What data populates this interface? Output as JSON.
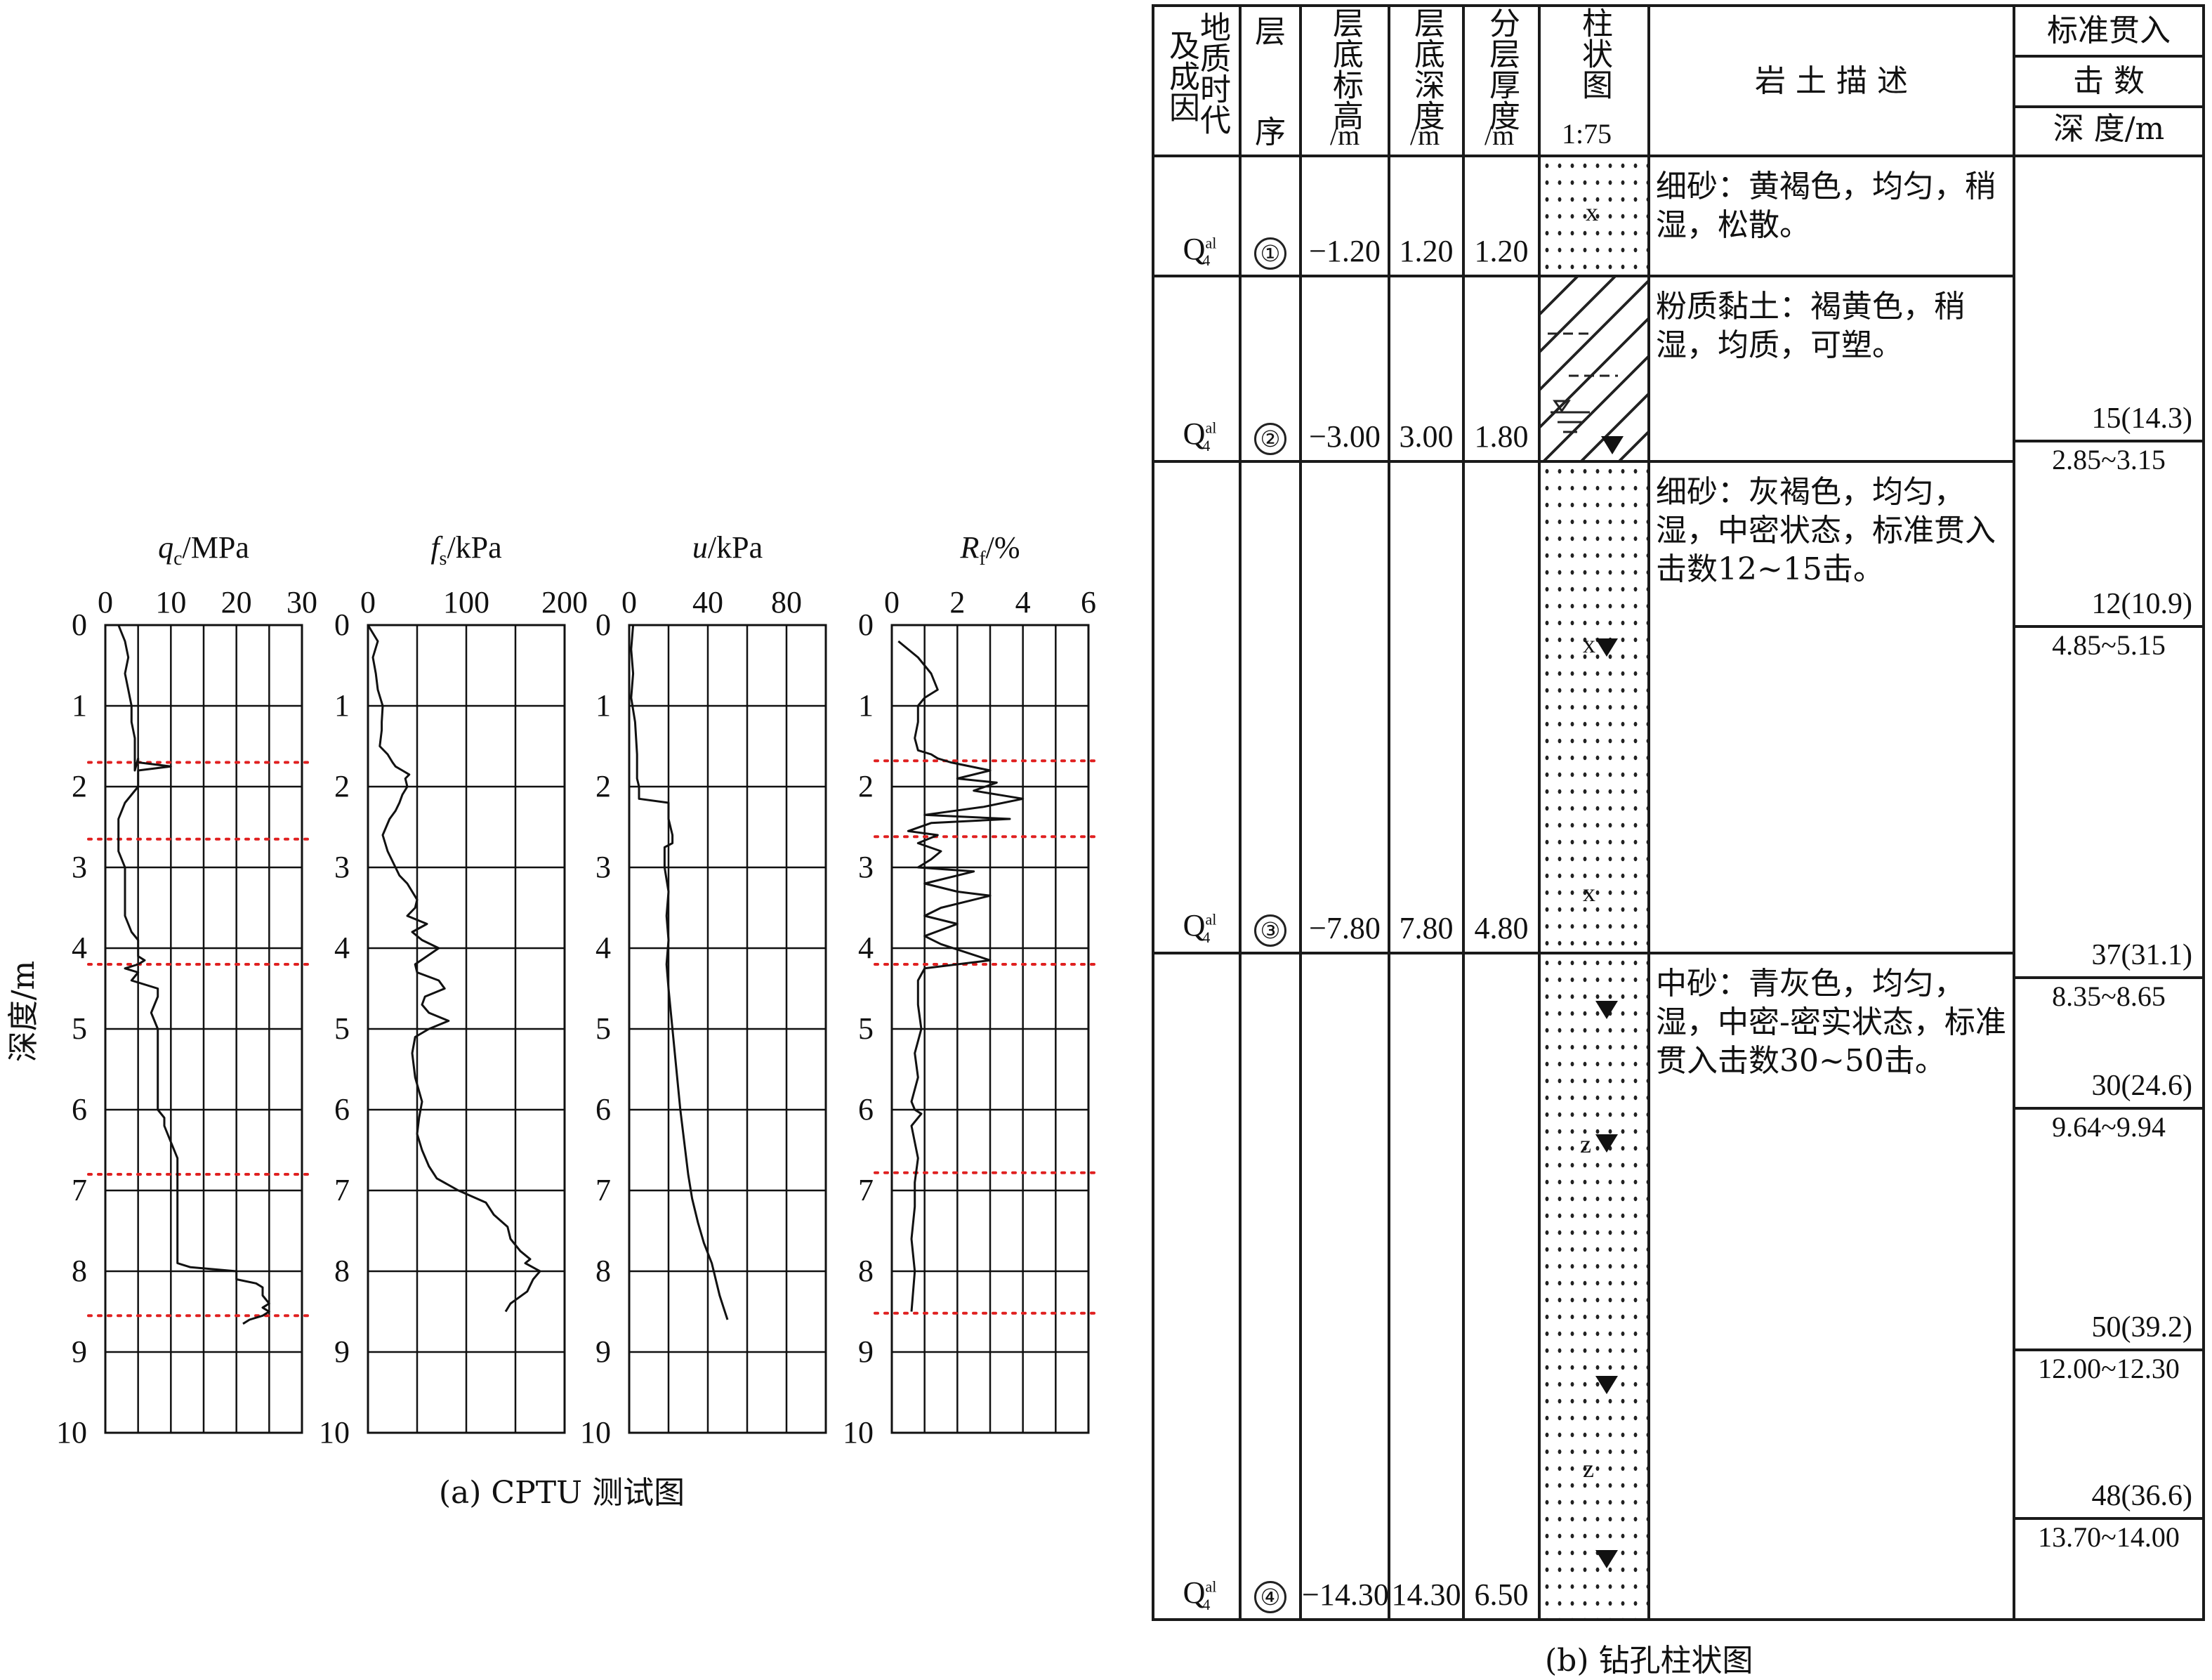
{
  "chart_data": [
    {
      "type": "line",
      "xlabel_var": "q",
      "xlabel_sub": "c",
      "xlabel_unit": "/MPa",
      "xticks": [
        "0",
        "10",
        "20",
        "30"
      ],
      "xlim": [
        0,
        30
      ],
      "ylim": [
        0,
        10
      ],
      "series": [
        {
          "x": [
            2,
            3,
            3.5,
            3,
            3.5,
            4,
            4,
            4.5,
            4.5,
            4.5,
            5,
            5,
            10,
            5,
            5,
            3,
            2,
            2,
            2,
            3,
            3,
            3,
            3,
            4,
            5,
            5,
            5,
            5,
            6,
            5,
            3,
            5,
            4,
            8,
            8,
            7,
            8,
            8,
            8,
            8,
            8,
            8,
            9,
            9,
            10,
            11,
            11,
            11,
            11,
            11,
            11,
            11,
            11,
            11,
            11,
            11,
            11,
            11,
            11,
            11,
            11,
            11,
            11,
            13,
            20,
            20,
            20,
            23,
            24,
            24,
            25,
            24,
            25,
            24,
            22,
            21
          ],
          "y": [
            0,
            0.2,
            0.4,
            0.6,
            0.8,
            1,
            1.2,
            1.4,
            1.6,
            1.8,
            1.65,
            1.7,
            1.75,
            1.8,
            2,
            2.2,
            2.4,
            2.6,
            2.8,
            3,
            3.2,
            3.4,
            3.6,
            3.8,
            3.9,
            4,
            4.05,
            4.1,
            4.15,
            4.2,
            4.25,
            4.3,
            4.4,
            4.5,
            4.6,
            4.8,
            5,
            5.2,
            5.4,
            5.6,
            5.8,
            6,
            6.1,
            6.2,
            6.4,
            6.6,
            6.7,
            6.8,
            6.85,
            6.9,
            6.95,
            7,
            7.1,
            7.2,
            7.3,
            7.4,
            7.5,
            7.6,
            7.7,
            7.75,
            7.8,
            7.85,
            7.9,
            7.95,
            8,
            8.05,
            8.1,
            8.15,
            8.2,
            8.3,
            8.4,
            8.45,
            8.5,
            8.55,
            8.6,
            8.65
          ]
        }
      ],
      "reference_depths": [
        1.7,
        2.65,
        4.2,
        6.8,
        8.55
      ]
    },
    {
      "type": "line",
      "xlabel_var": "f",
      "xlabel_sub": "s",
      "xlabel_unit": "/kPa",
      "xticks": [
        "0",
        "100",
        "200"
      ],
      "xlim": [
        0,
        200
      ],
      "ylim": [
        0,
        10
      ],
      "series": [
        {
          "x": [
            0,
            10,
            5,
            8,
            10,
            15,
            14,
            14,
            12,
            20,
            25,
            28,
            35,
            42,
            38,
            40,
            35,
            32,
            28,
            22,
            15,
            20,
            28,
            32,
            40,
            50,
            48,
            40,
            60,
            45,
            55,
            72,
            60,
            48,
            50,
            72,
            78,
            58,
            55,
            62,
            82,
            62,
            48,
            45,
            48,
            55,
            52,
            50,
            55,
            62,
            70,
            92,
            120,
            128,
            142,
            145,
            155,
            165,
            160,
            175,
            168,
            162,
            145,
            140
          ],
          "y": [
            0,
            0.2,
            0.4,
            0.6,
            0.8,
            1,
            1.2,
            1.3,
            1.5,
            1.6,
            1.7,
            1.75,
            1.8,
            1.85,
            1.9,
            2,
            2.1,
            2.2,
            2.3,
            2.4,
            2.6,
            2.8,
            3,
            3.1,
            3.2,
            3.4,
            3.5,
            3.6,
            3.7,
            3.8,
            3.9,
            4,
            4.1,
            4.2,
            4.3,
            4.4,
            4.5,
            4.6,
            4.7,
            4.8,
            4.9,
            5,
            5.1,
            5.3,
            5.6,
            5.9,
            6.1,
            6.3,
            6.5,
            6.7,
            6.85,
            7,
            7.15,
            7.3,
            7.45,
            7.6,
            7.75,
            7.85,
            7.9,
            8,
            8.1,
            8.25,
            8.4,
            8.5
          ]
        }
      ],
      "reference_depths": []
    },
    {
      "type": "line",
      "xlabel_var": "u",
      "xlabel_sub": "",
      "xlabel_unit": "/kPa",
      "xticks": [
        "0",
        "40",
        "80"
      ],
      "xlim": [
        0,
        100
      ],
      "ylim": [
        0,
        10
      ],
      "series": [
        {
          "x": [
            2,
            1,
            2,
            1,
            3,
            4,
            4,
            5,
            5,
            20,
            20,
            22,
            22,
            18,
            18,
            20,
            19,
            20,
            19,
            20,
            22,
            24,
            26,
            28,
            30,
            32,
            35,
            38,
            42,
            44,
            46,
            48,
            50
          ],
          "y": [
            0,
            0.3,
            0.6,
            0.9,
            1.2,
            1.6,
            1.9,
            2.0,
            2.15,
            2.2,
            2.4,
            2.6,
            2.7,
            2.75,
            3,
            3.3,
            3.6,
            3.9,
            4.2,
            4.5,
            5,
            5.5,
            6,
            6.4,
            6.8,
            7.1,
            7.4,
            7.65,
            7.9,
            8.1,
            8.3,
            8.45,
            8.6
          ]
        }
      ],
      "reference_depths": []
    },
    {
      "type": "line",
      "xlabel_var": "R",
      "xlabel_sub": "f",
      "xlabel_unit": "/%",
      "xticks": [
        "0",
        "2",
        "4",
        "6"
      ],
      "xlim": [
        0,
        6
      ],
      "ylim": [
        0,
        10
      ],
      "series": [
        {
          "x": [
            0.2,
            0.5,
            0.8,
            1.0,
            1.2,
            1.4,
            1.0,
            0.8,
            0.8,
            0.7,
            0.8,
            1.2,
            1.4,
            1.8,
            3.0,
            2.0,
            3.2,
            2.5,
            4.0,
            2.8,
            1.0,
            3.6,
            1.2,
            0.5,
            1.4,
            0.8,
            1.5,
            1.2,
            0.8,
            2.5,
            1.0,
            2.0,
            3.0,
            1.5,
            1.0,
            2.0,
            1.0,
            1.5,
            3.0,
            1.0,
            0.8,
            0.8,
            0.9,
            0.7,
            0.8,
            0.6,
            0.7,
            0.9,
            0.6,
            0.8,
            0.7,
            0.7,
            0.6,
            0.7,
            0.6
          ],
          "y": [
            0.2,
            0.3,
            0.4,
            0.5,
            0.6,
            0.8,
            0.9,
            1.0,
            1.2,
            1.4,
            1.55,
            1.6,
            1.65,
            1.7,
            1.8,
            1.9,
            1.95,
            2.05,
            2.15,
            2.25,
            2.35,
            2.4,
            2.45,
            2.55,
            2.6,
            2.7,
            2.8,
            2.9,
            3.0,
            3.05,
            3.2,
            3.3,
            3.35,
            3.5,
            3.6,
            3.7,
            3.85,
            3.95,
            4.15,
            4.25,
            4.4,
            4.7,
            5.0,
            5.3,
            5.6,
            5.9,
            6.0,
            6.05,
            6.2,
            6.6,
            6.9,
            7.2,
            7.6,
            8.0,
            8.5
          ]
        }
      ],
      "reference_depths": [
        1.68,
        2.62,
        4.2,
        6.78,
        8.52
      ]
    }
  ],
  "cptu": {
    "ylabel": "深度/m",
    "yticks": [
      "0",
      "1",
      "2",
      "3",
      "4",
      "5",
      "6",
      "7",
      "8",
      "9",
      "10"
    ],
    "caption": "(a) CPTU 测试图",
    "ref_color": "#e02020"
  },
  "boring": {
    "caption": "(b) 钻孔柱状图",
    "headers": {
      "era_a": "地质时代",
      "era_b": "及成因",
      "seq_a": "层",
      "seq_b": "序",
      "elev": "层底标高",
      "elev_unit": "/m",
      "depth": "层底深度",
      "depth_unit": "/m",
      "thick": "分层厚度",
      "thick_unit": "/m",
      "column": "柱状图",
      "column_scale": "1:75",
      "desc": "岩 土 描 述",
      "spt_title": "标准贯入",
      "spt_count": "击 数",
      "spt_depth": "深 度/m"
    },
    "age": {
      "base": "Q",
      "sup": "al",
      "sub": "4"
    },
    "layers": [
      {
        "seq": "①",
        "elev": "−1.20",
        "depth": "1.20",
        "thick": "1.20",
        "desc": "细砂：黄褐色，均匀，稍湿，松散。"
      },
      {
        "seq": "②",
        "elev": "−3.00",
        "depth": "3.00",
        "thick": "1.80",
        "desc": "粉质黏土：褐黄色，稍湿，均质，可塑。"
      },
      {
        "seq": "③",
        "elev": "−7.80",
        "depth": "7.80",
        "thick": "4.80",
        "desc": "细砂：灰褐色，均匀，湿，中密状态，标准贯入击数12~15击。"
      },
      {
        "seq": "④",
        "elev": "−14.30",
        "depth": "14.30",
        "thick": "6.50",
        "desc": "中砂：青灰色，均匀，湿，中密-密实状态，标准贯入击数30~50击。"
      }
    ],
    "spt": [
      {
        "n": "15(14.3)",
        "range": "2.85~3.15"
      },
      {
        "n": "12(10.9)",
        "range": "4.85~5.15"
      },
      {
        "n": "37(31.1)",
        "range": "8.35~8.65"
      },
      {
        "n": "30(24.6)",
        "range": "9.64~9.94"
      },
      {
        "n": "50(39.2)",
        "range": "12.00~12.30"
      },
      {
        "n": "48(36.6)",
        "range": "13.70~14.00"
      }
    ],
    "lith_marks": {
      "x": "x",
      "z": "z"
    }
  }
}
